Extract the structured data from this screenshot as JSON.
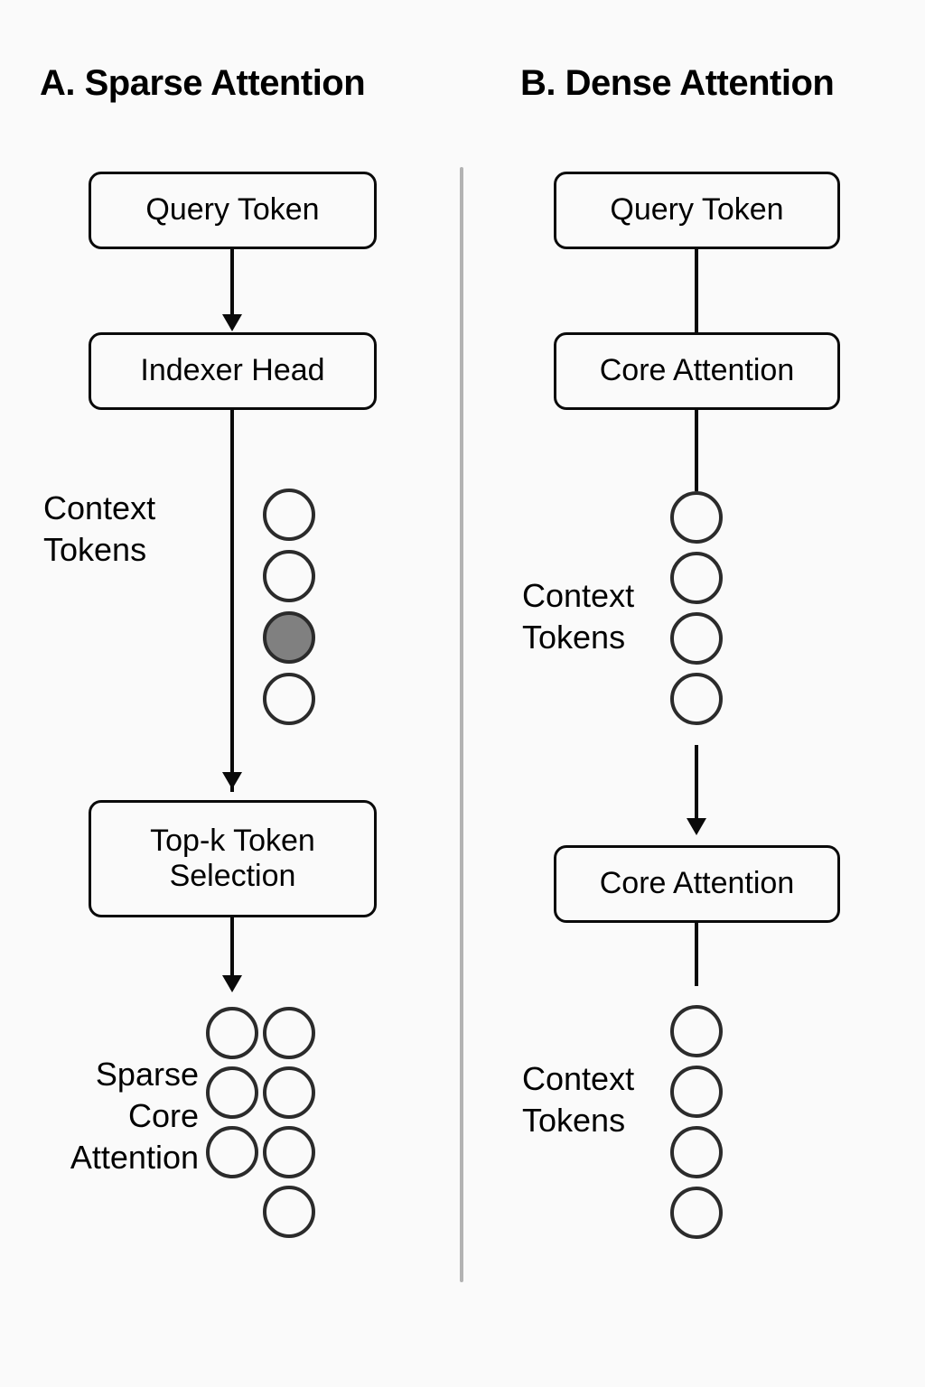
{
  "figure": {
    "background_color": "#fafafa",
    "divider_color": "#b3b3b3",
    "stroke_color": "#0a0a0a",
    "token_outline_color": "#2b2b2b",
    "token_fill_selected_color": "#808080"
  },
  "panels": {
    "a": {
      "title": "A. Sparse Attention",
      "boxes": {
        "query_token": "Query Token",
        "indexer_head": "Indexer Head",
        "topk_selection_line1": "Top-k Token",
        "topk_selection_line2": "Selection"
      },
      "labels": {
        "context_tokens": "Context\nTokens",
        "sparse_core_attention": "Sparse\nCore\nAttention"
      },
      "context_tokens": [
        {
          "index": 1,
          "state": "unselected"
        },
        {
          "index": 2,
          "state": "unselected"
        },
        {
          "index": 3,
          "state": "selected"
        },
        {
          "index": 4,
          "state": "unselected"
        }
      ],
      "sparse_attention_grid": [
        {
          "row": 1,
          "left": "unselected",
          "right": "unselected"
        },
        {
          "row": 2,
          "left": "unselected",
          "right": "unselected"
        },
        {
          "row": 3,
          "left": "unselected",
          "right": "unselected"
        },
        {
          "row": 4,
          "left": "empty",
          "right": "unselected"
        }
      ]
    },
    "b": {
      "title": "B. Dense Attention",
      "boxes": {
        "query_token": "Query Token",
        "core_attention_top": "Core Attention",
        "core_attention_bottom": "Core Attention"
      },
      "labels": {
        "context_tokens_upper": "Context\nTokens",
        "context_tokens_lower": "Context\nTokens"
      },
      "context_tokens_upper": [
        {
          "index": 1,
          "state": "unselected"
        },
        {
          "index": 2,
          "state": "unselected"
        },
        {
          "index": 3,
          "state": "unselected"
        },
        {
          "index": 4,
          "state": "unselected"
        }
      ],
      "context_tokens_lower": [
        {
          "index": 1,
          "state": "unselected"
        },
        {
          "index": 2,
          "state": "unselected"
        },
        {
          "index": 3,
          "state": "unselected"
        },
        {
          "index": 4,
          "state": "unselected"
        }
      ]
    }
  }
}
